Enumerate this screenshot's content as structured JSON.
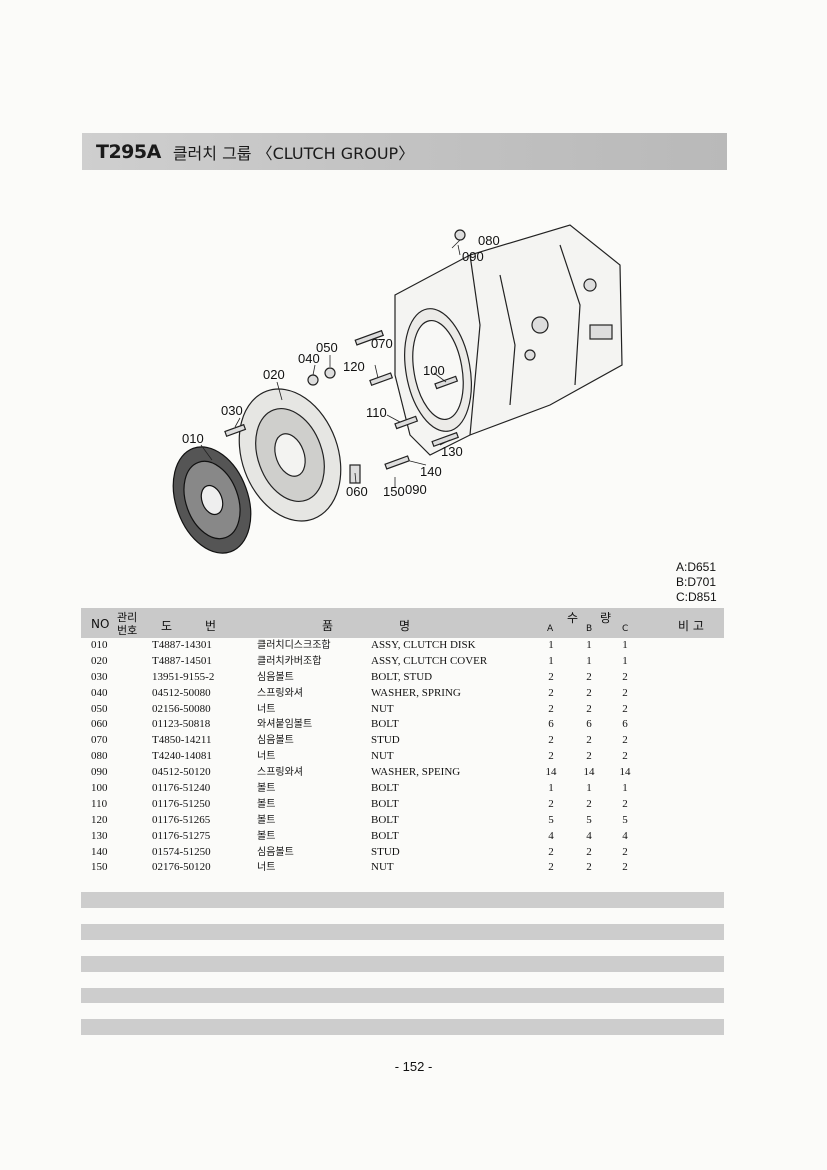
{
  "header": {
    "code": "T295A",
    "title": "클러치 그룹 〈CLUTCH GROUP〉"
  },
  "diagram": {
    "labels": [
      "010",
      "020",
      "030",
      "040",
      "050",
      "060",
      "070",
      "080",
      "090",
      "090",
      "100",
      "110",
      "120",
      "130",
      "140",
      "150"
    ]
  },
  "variants": [
    "A:D651",
    "B:D701",
    "C:D851"
  ],
  "table": {
    "headers": {
      "no": "NO",
      "mgmt_top": "관리",
      "mgmt_bottom": "번호",
      "drawing_a": "도",
      "drawing_b": "번",
      "name_a": "품",
      "name_b": "명",
      "qty_a": "수",
      "qty_b": "량",
      "col_a": "A",
      "col_b": "B",
      "col_c": "C",
      "remark": "비 고"
    },
    "rows": [
      {
        "no": "010",
        "part": "T4887-14301",
        "kr": "클러치디스크조합",
        "en": "ASSY, CLUTCH DISK",
        "a": "1",
        "b": "1",
        "c": "1"
      },
      {
        "no": "020",
        "part": "T4887-14501",
        "kr": "클러치카버조합",
        "en": "ASSY, CLUTCH COVER",
        "a": "1",
        "b": "1",
        "c": "1"
      },
      {
        "no": "030",
        "part": "13951-9155-2",
        "kr": "심음볼트",
        "en": "BOLT, STUD",
        "a": "2",
        "b": "2",
        "c": "2"
      },
      {
        "no": "040",
        "part": "04512-50080",
        "kr": "스프링와셔",
        "en": "WASHER, SPRING",
        "a": "2",
        "b": "2",
        "c": "2"
      },
      {
        "no": "050",
        "part": "02156-50080",
        "kr": "너트",
        "en": "NUT",
        "a": "2",
        "b": "2",
        "c": "2"
      },
      {
        "no": "060",
        "part": "01123-50818",
        "kr": "와셔붙임볼트",
        "en": "BOLT",
        "a": "6",
        "b": "6",
        "c": "6"
      },
      {
        "no": "070",
        "part": "T4850-14211",
        "kr": "심음볼트",
        "en": "STUD",
        "a": "2",
        "b": "2",
        "c": "2"
      },
      {
        "no": "080",
        "part": "T4240-14081",
        "kr": "너트",
        "en": "NUT",
        "a": "2",
        "b": "2",
        "c": "2"
      },
      {
        "no": "090",
        "part": "04512-50120",
        "kr": "스프링와셔",
        "en": "WASHER, SPEING",
        "a": "14",
        "b": "14",
        "c": "14"
      },
      {
        "no": "100",
        "part": "01176-51240",
        "kr": "볼트",
        "en": "BOLT",
        "a": "1",
        "b": "1",
        "c": "1"
      },
      {
        "no": "110",
        "part": "01176-51250",
        "kr": "볼트",
        "en": "BOLT",
        "a": "2",
        "b": "2",
        "c": "2"
      },
      {
        "no": "120",
        "part": "01176-51265",
        "kr": "볼트",
        "en": "BOLT",
        "a": "5",
        "b": "5",
        "c": "5"
      },
      {
        "no": "130",
        "part": "01176-51275",
        "kr": "볼트",
        "en": "BOLT",
        "a": "4",
        "b": "4",
        "c": "4"
      },
      {
        "no": "140",
        "part": "01574-51250",
        "kr": "심음볼트",
        "en": "STUD",
        "a": "2",
        "b": "2",
        "c": "2"
      },
      {
        "no": "150",
        "part": "02176-50120",
        "kr": "너트",
        "en": "NUT",
        "a": "2",
        "b": "2",
        "c": "2"
      }
    ]
  },
  "footer": {
    "page": "- 152 -"
  }
}
